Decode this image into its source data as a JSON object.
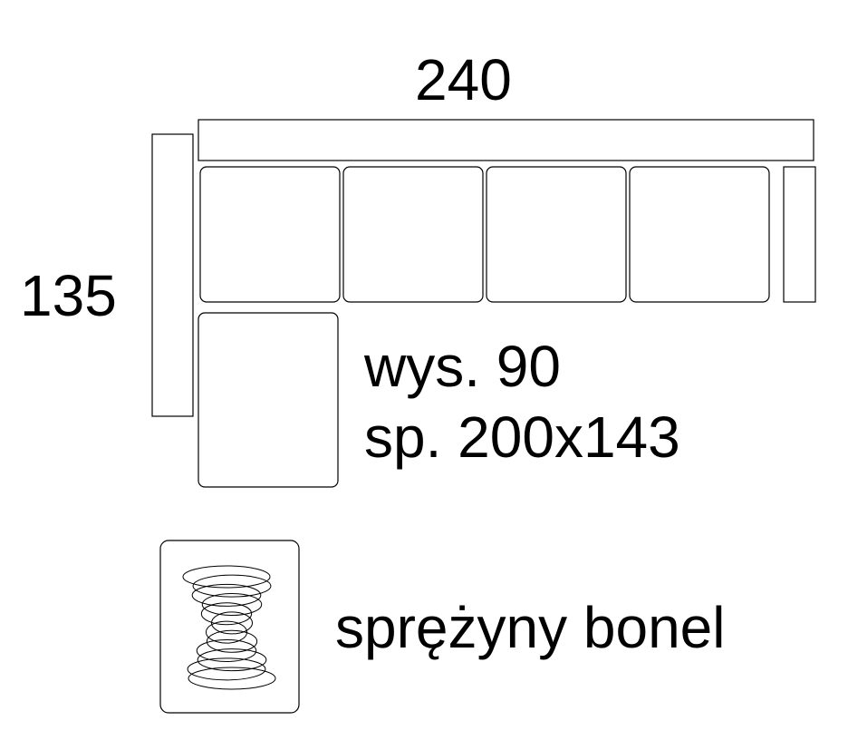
{
  "dimensions": {
    "width": "240",
    "depth": "135"
  },
  "specs": {
    "height": "wys. 90",
    "bed_size": "sp. 200x143"
  },
  "legend": {
    "spring_type": "sprężyny bonel",
    "icon": "bonnell-spring-icon"
  },
  "colors": {
    "stroke": "#000000",
    "background": "#ffffff"
  }
}
